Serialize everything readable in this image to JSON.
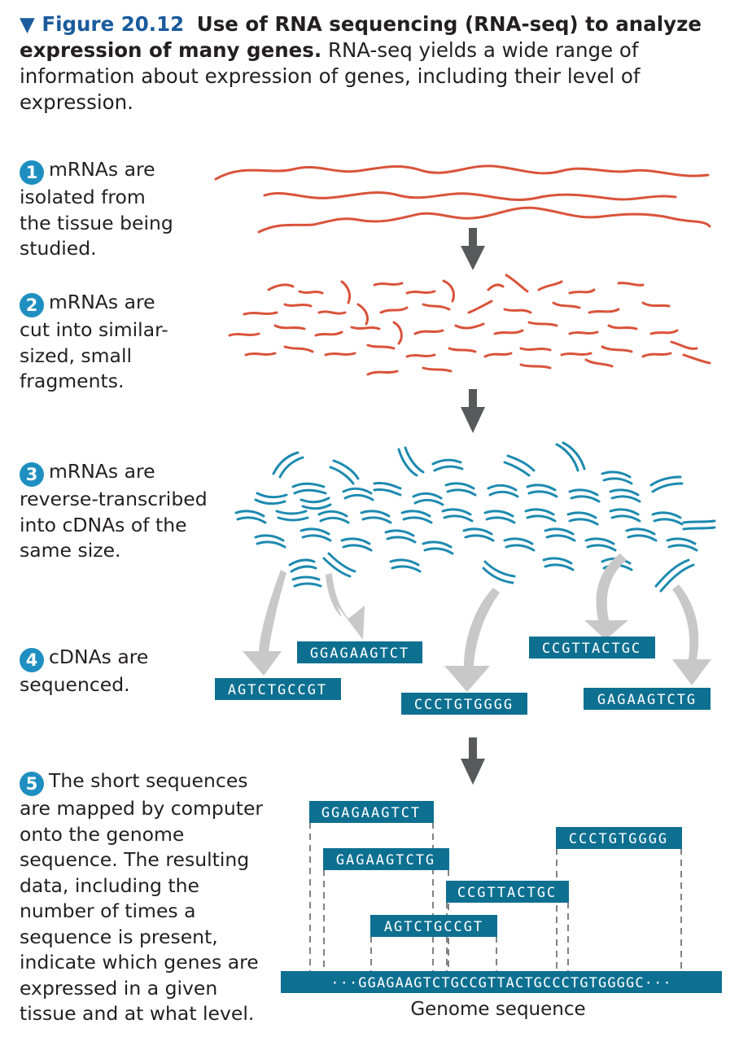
{
  "header": {
    "figure_label": "▼ Figure 20.12",
    "title_bold": "Use of RNA sequencing (RNA-seq) to analyze expression of many genes.",
    "title_rest": " RNA-seq yields a wide range of information about expression of genes, including their level of expression."
  },
  "steps": [
    {
      "number": "1",
      "text": "mRNAs are isolated from the tissue being studied."
    },
    {
      "number": "2",
      "text": "mRNAs are cut into similar-sized, small fragments."
    },
    {
      "number": "3",
      "text": "mRNAs are reverse-transcribed into cDNAs of the same size."
    },
    {
      "number": "4",
      "text": "cDNAs are sequenced."
    },
    {
      "number": "5",
      "text": "The short sequences are mapped by computer onto the genome sequence. The resulting data, including the number of times a sequence is present, indicate which genes are expressed in a given tissue and at what level."
    }
  ],
  "reads": {
    "r1": "GGAGAAGTCT",
    "r2": "AGTCTGCCGT",
    "r3": "CCCTGTGGGG",
    "r4": "CCGTTACTGC",
    "r5": "GAGAAGTCTG"
  },
  "genome": {
    "sequence": "···GGAGAAGTCTGCCGTTACTGCCCTGTGGGGC···",
    "label": "Genome sequence"
  },
  "colors": {
    "mrna": "#d9533a",
    "cdna": "#1d8aaf",
    "sequence_box": "#0e7091",
    "arrow_dark": "#58595b",
    "arrow_light": "#c8c8c8",
    "badge": "#1e8fc0",
    "figure_label": "#1a5b9c"
  }
}
